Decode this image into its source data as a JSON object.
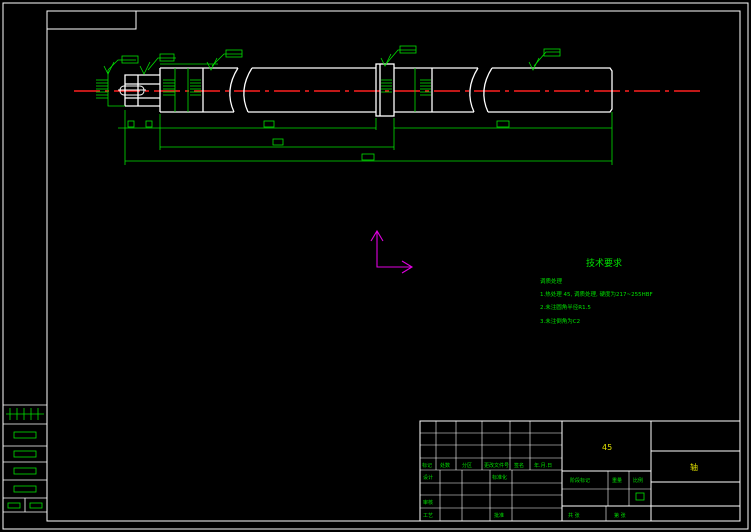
{
  "drawing": {
    "colors": {
      "background": "#000000",
      "frame": "#ffffff",
      "dimension": "#00e000",
      "centerline": "#ff2020",
      "ucs": "#e000e0",
      "note_text": "#00e000"
    },
    "icons": {
      "ucs": "ucs-icon",
      "roughness": "surface-roughness-icon"
    },
    "tech_requirements": {
      "title": "技术要求",
      "lines": [
        "调质处理",
        "1.热处理 45, 调质处理, 硬度为217~255HBF",
        "2.未注圆角半径R1.5",
        "3.未注倒角为C2"
      ]
    },
    "title_block": {
      "material": "45",
      "part_name": "轴",
      "labels": {
        "mark": "标记",
        "count": "处数",
        "zone": "分区",
        "change_doc": "更改文件号",
        "signature": "签名",
        "date": "年.月.日",
        "designer": "设计",
        "standardize": "标准化",
        "stage_mark": "阶段标记",
        "weight": "重量",
        "scale": "比例",
        "review": "审核",
        "process": "工艺",
        "approve": "批准",
        "sheets": "共 张",
        "sheet_no": "第 张"
      }
    }
  }
}
